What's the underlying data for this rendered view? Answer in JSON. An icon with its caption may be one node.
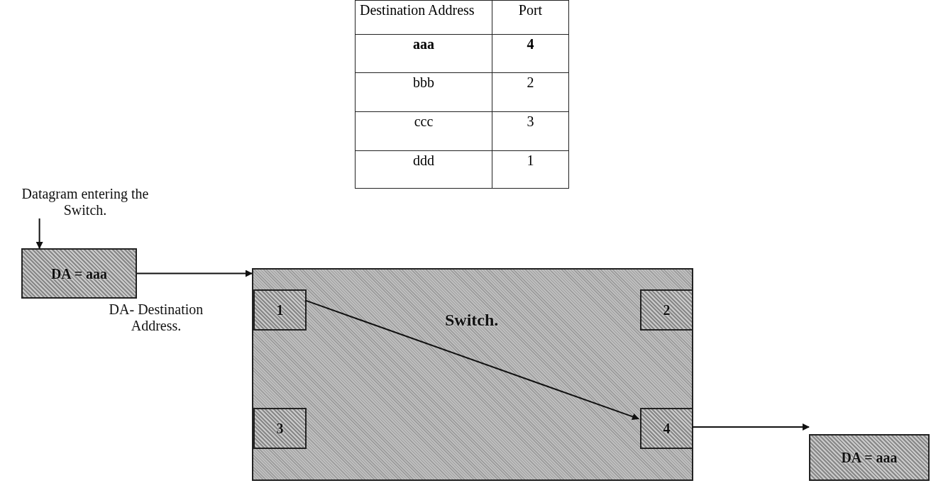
{
  "diagram": {
    "nodes": [
      {
        "text": [
          "Datagram entering the Switch."
        ]
      },
      {
        "text": [
          "DA = aaa"
        ],
        "beside": [
          "DA- Destination Address."
        ]
      },
      {
        "text": [
          "Switch."
        ]
      },
      {
        "text": [
          "1"
        ],
        "in": 2
      },
      {
        "text": [
          "2"
        ],
        "in": 2
      },
      {
        "text": [
          "3"
        ],
        "in": 2
      },
      {
        "text": [
          "4"
        ],
        "in": 2
      },
      {
        "text": [
          "DA = aaa"
        ]
      }
    ],
    "edges": [
      {
        "from": 0,
        "to": 1,
        "arrow": "to"
      },
      {
        "from": 1,
        "to": 2,
        "arrow": "to"
      },
      {
        "from": 3,
        "to": 6,
        "arrow": "to"
      },
      {
        "from": 6,
        "to": 7,
        "arrow": "to"
      }
    ],
    "labels": [
      "Destination Address",
      "Port",
      "aaa",
      "4",
      "bbb",
      "2",
      "ccc",
      "3",
      "ddd",
      "1"
    ]
  }
}
